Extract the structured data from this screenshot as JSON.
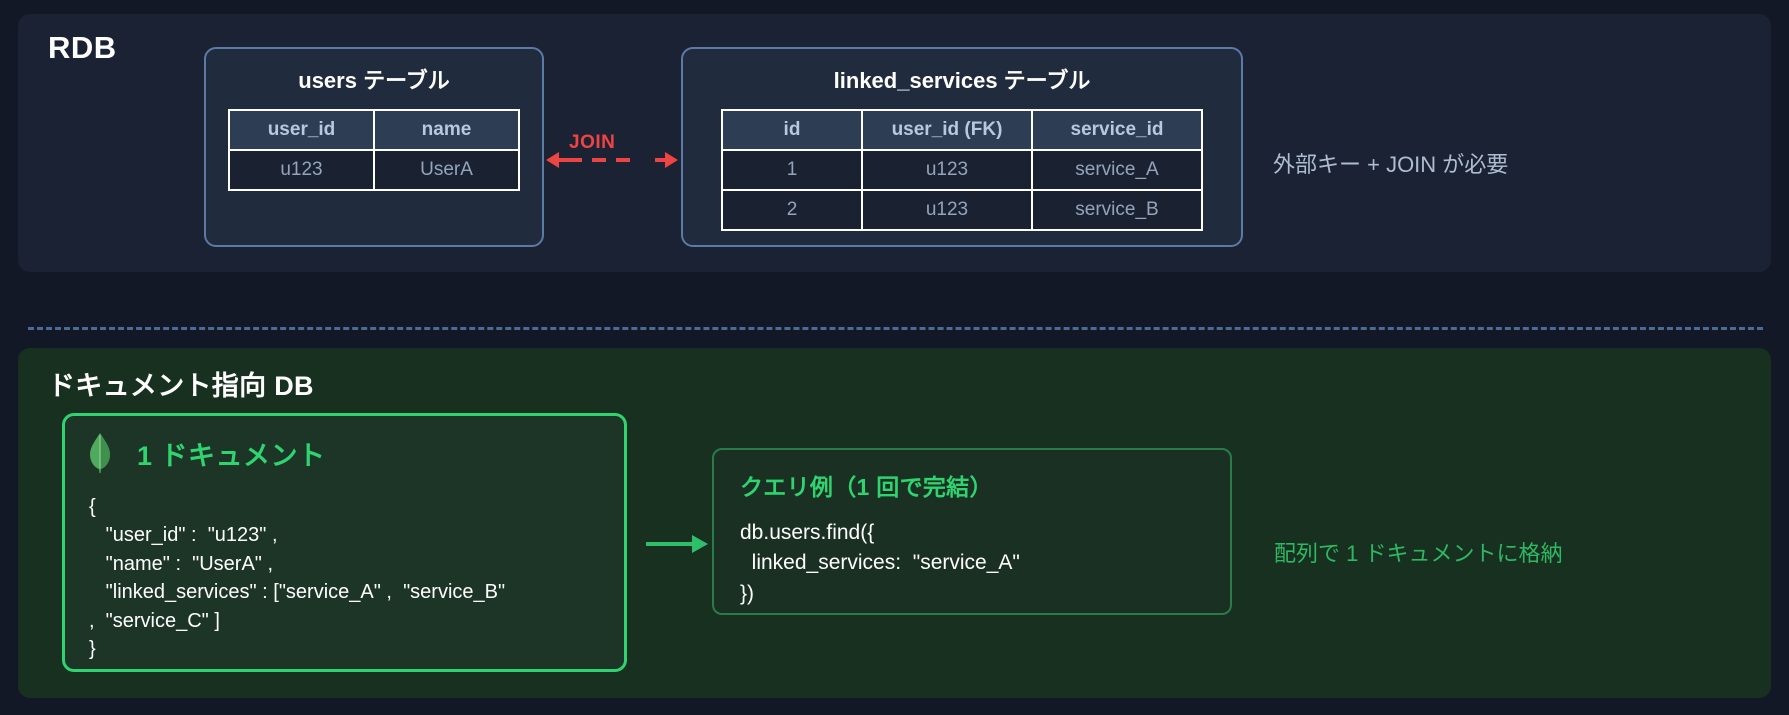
{
  "colors": {
    "page_bg": "#121826",
    "rdb_panel_bg": "#1b2233",
    "doc_panel_bg": "#17301f",
    "table_border": "#ffffff",
    "table_card_border": "#5d79a6",
    "join_red": "#ef4444",
    "mongo_green": "#2fd36f",
    "divider_blue": "#4a6b96",
    "rdb_note_text": "#aebdd1"
  },
  "rdb": {
    "section_title": "RDB",
    "users_table": {
      "card_title": "users テーブル",
      "headers": [
        "user_id",
        "name"
      ],
      "rows": [
        [
          "u123",
          "UserA"
        ]
      ]
    },
    "linked_services_table": {
      "card_title": "linked_services テーブル",
      "headers": [
        "id",
        "user_id (FK)",
        "service_id"
      ],
      "rows": [
        [
          "1",
          "u123",
          "service_A"
        ],
        [
          "2",
          "u123",
          "service_B"
        ]
      ]
    },
    "join_connector": {
      "label": "JOIN",
      "style": "dashed-double-arrow"
    },
    "note": "外部キー + JOIN が必要"
  },
  "document_db": {
    "section_title": "ドキュメント指向 DB",
    "document_card": {
      "icon": "mongodb-leaf-icon",
      "header_label": "1 ドキュメント",
      "json_body": "{\n   \"user_id\" :  \"u123\" ,\n   \"name\" :  \"UserA\" ,\n   \"linked_services\" : [\"service_A\" ,  \"service_B\"\n,  \"service_C\" ]\n}"
    },
    "arrow": {
      "direction": "right",
      "color": "#2fbf6b"
    },
    "query_card": {
      "title": "クエリ例（1 回で完結）",
      "code": "db.users.find({\n  linked_services:  \"service_A\"\n})"
    },
    "note": "配列で 1 ドキュメントに格納"
  }
}
